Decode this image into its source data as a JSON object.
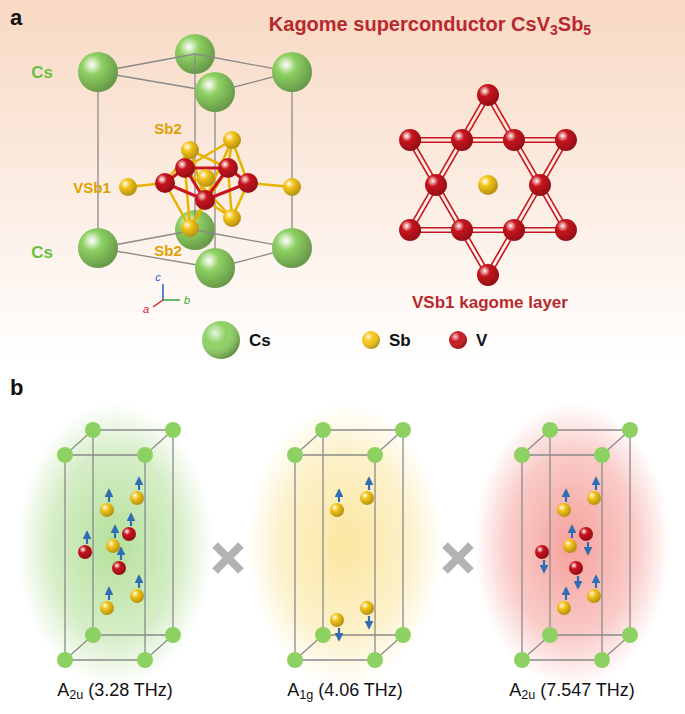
{
  "diagram": {
    "title": "Kagome superconductor CsV3Sb5",
    "nodes": [
      {
        "text": [
          "A2u (3.28 THz)"
        ]
      },
      {
        "text": [
          "A1g (4.06 THz)"
        ]
      },
      {
        "text": [
          "A2u (7.547 THz)"
        ]
      }
    ],
    "labels": [
      "a",
      "Cs",
      "Sb2",
      "VSb1",
      "Sb2",
      "Cs",
      "c",
      "a",
      "b",
      "VSb1 kagome layer",
      "b"
    ],
    "legend": [
      {
        "text": "Cs",
        "color": "#8ed163"
      },
      {
        "text": "Sb",
        "color": "#f5c518"
      },
      {
        "text": "V",
        "color": "#c8141e"
      }
    ]
  }
}
